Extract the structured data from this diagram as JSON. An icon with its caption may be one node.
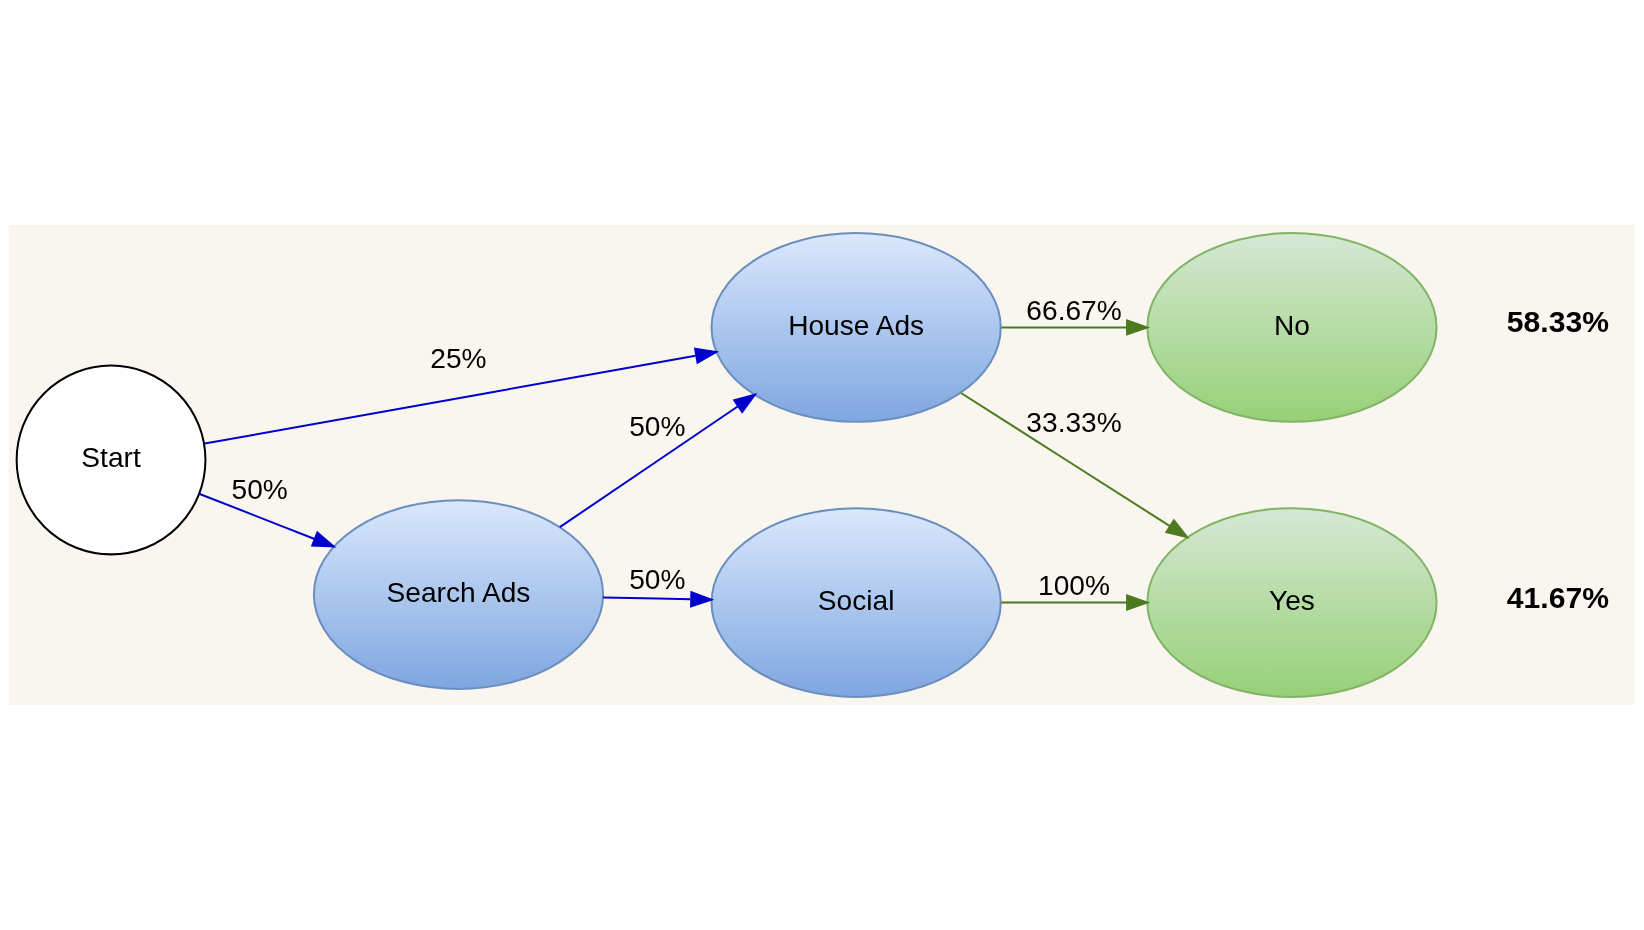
{
  "diagram": {
    "nodes": [
      {
        "text": [
          "Start"
        ]
      },
      {
        "text": [
          "House Ads"
        ]
      },
      {
        "text": [
          "Search Ads"
        ]
      },
      {
        "text": [
          "Social"
        ]
      },
      {
        "text": [
          "Yes"
        ],
        "beside": [
          "41.67%"
        ]
      },
      {
        "text": [
          "No"
        ],
        "beside": [
          "58.33%"
        ]
      }
    ],
    "edges": [
      {
        "from": 0,
        "to": 1,
        "arrow": "to",
        "label": "25%"
      },
      {
        "from": 0,
        "to": 2,
        "arrow": "to",
        "label": "50%"
      },
      {
        "from": 2,
        "to": 1,
        "arrow": "to",
        "label": "50%"
      },
      {
        "from": 2,
        "to": 3,
        "arrow": "to",
        "label": "50%"
      },
      {
        "from": 1,
        "to": 4,
        "arrow": "to",
        "label": "33.33%",
        "color": "#4d7a1f"
      },
      {
        "from": 1,
        "to": 5,
        "arrow": "to",
        "label": "66.67%",
        "color": "#4d7a1f"
      },
      {
        "from": 3,
        "to": 4,
        "arrow": "to",
        "label": "100%",
        "color": "#4d7a1f"
      }
    ]
  }
}
